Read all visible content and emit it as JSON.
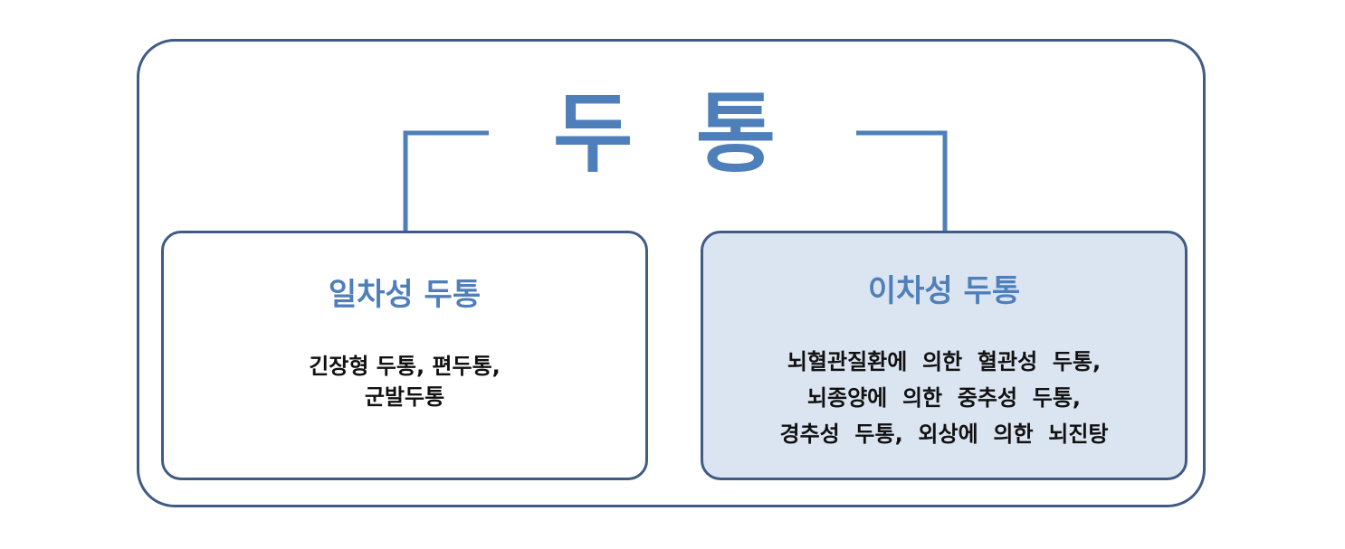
{
  "diagram": {
    "title": "두 통",
    "categories": [
      {
        "id": "primary",
        "label": "일차성 두통",
        "description_lines": [
          "긴장형 두통, 편두통,",
          "군발두통"
        ]
      },
      {
        "id": "secondary",
        "label": "이차성 두통",
        "description_lines": [
          "뇌혈관질환에  의한  혈관성  두통,",
          "뇌종양에  의한  중추성  두통,",
          "경추성  두통,  외상에  의한  뇌진탕"
        ]
      }
    ]
  },
  "colors": {
    "frame": "#3f5b86",
    "connector": "#4f7fba",
    "title": "#4f7fba",
    "secondary_box_fill": "#dbe5f1",
    "text": "#111111"
  }
}
